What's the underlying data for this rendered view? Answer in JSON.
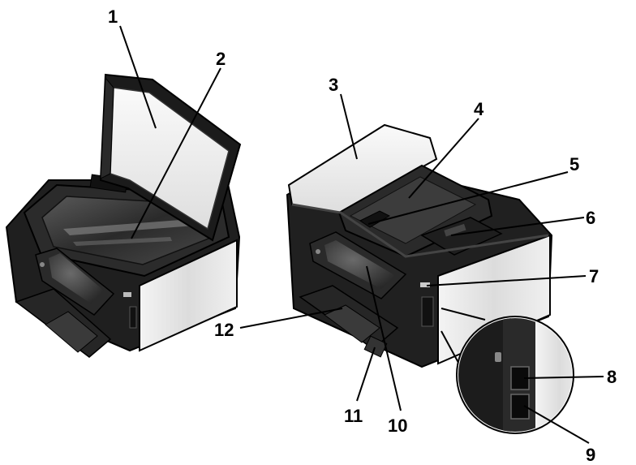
{
  "callouts": [
    {
      "number": "1"
    },
    {
      "number": "2"
    },
    {
      "number": "3"
    },
    {
      "number": "4"
    },
    {
      "number": "5"
    },
    {
      "number": "6"
    },
    {
      "number": "7"
    },
    {
      "number": "8"
    },
    {
      "number": "9"
    },
    {
      "number": "10"
    },
    {
      "number": "11"
    },
    {
      "number": "12"
    }
  ],
  "colors": {
    "body_dark": "#222222",
    "body_light": "#e6e6e6",
    "glass": "#3a3a3a",
    "outline": "#000000"
  }
}
